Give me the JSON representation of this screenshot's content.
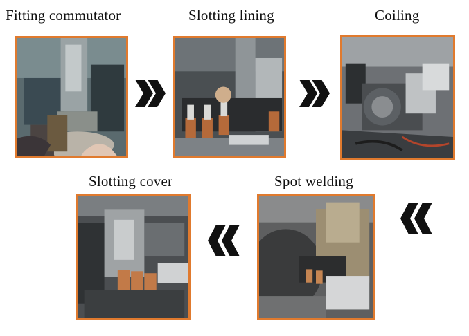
{
  "steps": [
    {
      "label": "Fitting commutator"
    },
    {
      "label": "Slotting lining"
    },
    {
      "label": "Coiling"
    },
    {
      "label": "Spot welding"
    },
    {
      "label": "Slotting cover"
    }
  ],
  "colors": {
    "frame_border": "#e07a2e",
    "arrow": "#111111"
  },
  "icons": {
    "forward": "double-chevron-right-icon",
    "backward": "double-chevron-left-icon"
  }
}
